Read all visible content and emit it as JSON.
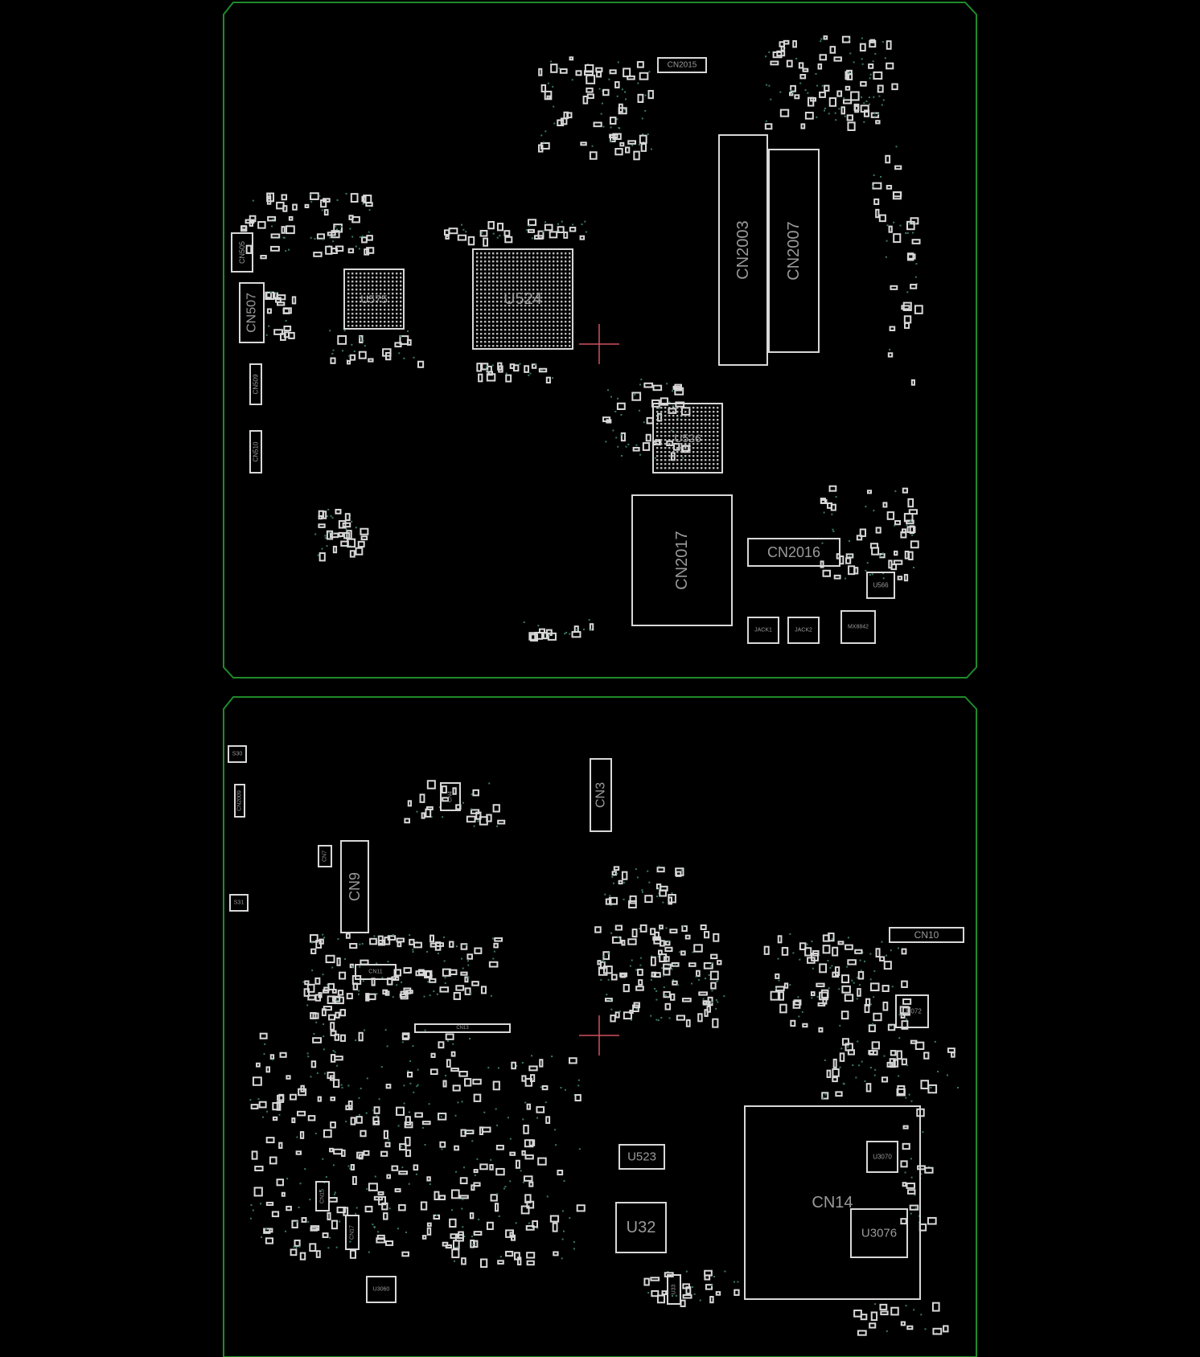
{
  "title": "PCB boardview - top and bottom layers",
  "colors": {
    "outline": "#1f8a2a",
    "part": "#d8d8d8",
    "label": "#9a9a9a",
    "origin": "#d05060",
    "background": "#000000"
  },
  "top_layer": {
    "components": [
      {
        "ref": "CN2015"
      },
      {
        "ref": "CN505"
      },
      {
        "ref": "CN507"
      },
      {
        "ref": "U575"
      },
      {
        "ref": "U524"
      },
      {
        "ref": "CN509"
      },
      {
        "ref": "CN510"
      },
      {
        "ref": "CN2003"
      },
      {
        "ref": "CN2007"
      },
      {
        "ref": "U526"
      },
      {
        "ref": "CN2017"
      },
      {
        "ref": "CN2016"
      },
      {
        "ref": "U566"
      },
      {
        "ref": "JACK1"
      },
      {
        "ref": "JACK2"
      },
      {
        "ref": "MX8842"
      }
    ]
  },
  "bottom_layer": {
    "components": [
      {
        "ref": "S30"
      },
      {
        "ref": "CN2009"
      },
      {
        "ref": "S31"
      },
      {
        "ref": "CN4"
      },
      {
        "ref": "CN3"
      },
      {
        "ref": "CN7"
      },
      {
        "ref": "CN9"
      },
      {
        "ref": "CN10"
      },
      {
        "ref": "U3072"
      },
      {
        "ref": "U523"
      },
      {
        "ref": "U32"
      },
      {
        "ref": "CN14"
      },
      {
        "ref": "U3070"
      },
      {
        "ref": "U3076"
      },
      {
        "ref": "CN15"
      },
      {
        "ref": "CN17"
      },
      {
        "ref": "U3060"
      },
      {
        "ref": "CN11"
      },
      {
        "ref": "CN13"
      },
      {
        "ref": "U33"
      }
    ]
  }
}
